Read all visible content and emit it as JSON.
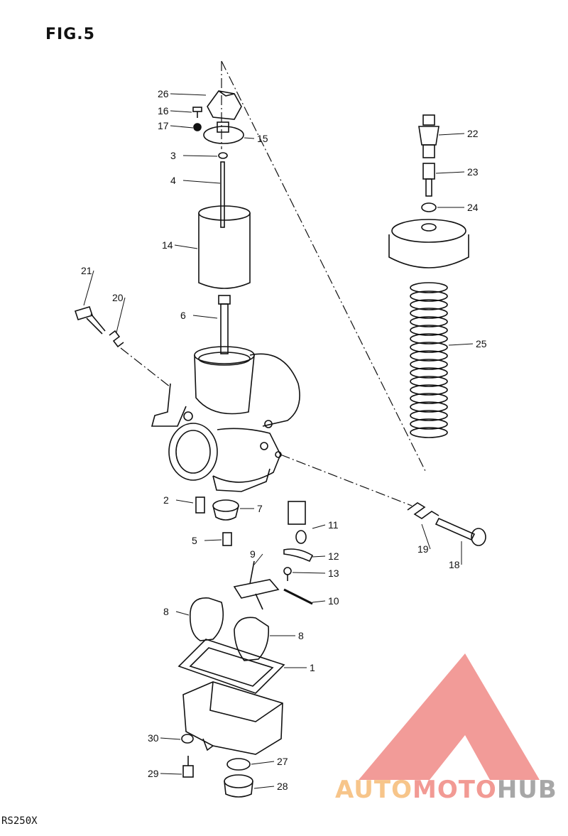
{
  "figure": {
    "title": "FIG.5",
    "model": "RS250X"
  },
  "watermark": {
    "parts": [
      "AUTO",
      "MOTO",
      "HUB"
    ],
    "colors": {
      "auto": "#f7c58a",
      "moto": "#f29a94",
      "hub": "#a7a7a7",
      "logo": "#f08a86"
    }
  },
  "part_labels": [
    "1",
    "2",
    "3",
    "4",
    "5",
    "6",
    "7",
    "8",
    "8",
    "9",
    "10",
    "11",
    "12",
    "13",
    "14",
    "15",
    "16",
    "17",
    "18",
    "19",
    "20",
    "21",
    "22",
    "23",
    "24",
    "25",
    "26",
    "27",
    "28",
    "29",
    "30"
  ]
}
